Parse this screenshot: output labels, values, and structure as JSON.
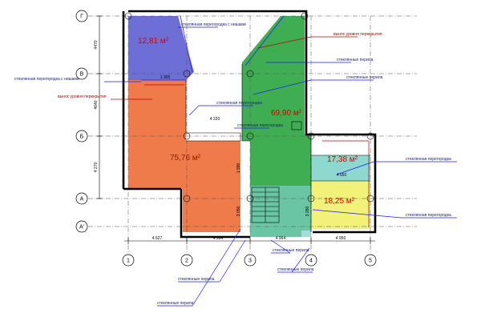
{
  "colors": {
    "room_blue": "#6d6fd6",
    "room_green": "#3fae52",
    "room_orange": "#ef7a4a",
    "room_cyan": "#8fd8d0",
    "room_yellow": "#f2f17a",
    "leader_blue": "#1a1aff",
    "leader_red": "#c00000"
  },
  "axes": {
    "rows": [
      "Г",
      "В",
      "Б",
      "А",
      "А'"
    ],
    "cols": [
      "1",
      "2",
      "3",
      "4",
      "5"
    ]
  },
  "dimensions": {
    "bottom": [
      "4 627",
      "4 964",
      "4 964",
      "4 950"
    ],
    "left": [
      "4470",
      "4640",
      "4 270"
    ],
    "inner": [
      "1 305",
      "4 220",
      "1 990",
      "3 050",
      "4 650",
      "3 280"
    ]
  },
  "areas": {
    "blue": "12,81 м²",
    "green": "69,90 м²",
    "orange": "75,76 м²",
    "cyan": "17,38 м²",
    "yellow": "18,25 м²"
  },
  "labels": {
    "glass_partition_niches_top": "стеклянная перегородка с нишами",
    "glass_partition_niches_left": "стеклянная перегородка с нишами",
    "slab_offset_right": "вынос уровня перекрытия",
    "slab_offset_left": "вынос уровня перекрытия",
    "glass_railing_r1": "стеклянные перила",
    "glass_railing_r2": "стеклянные перила",
    "glass_partition_mid": "стеклянная перегородка",
    "glass_partition_mid2": "стеклянная перегородка",
    "glass_partition_right": "стеклянная перегородка",
    "glass_partition_right2": "стеклянная перегородка",
    "glass_railing_b1": "стеклянные перила",
    "glass_railing_b2": "стеклянные перила",
    "glass_railing_b3": "стеклянные перила",
    "glass_railing_b4": "стеклянные перила"
  }
}
